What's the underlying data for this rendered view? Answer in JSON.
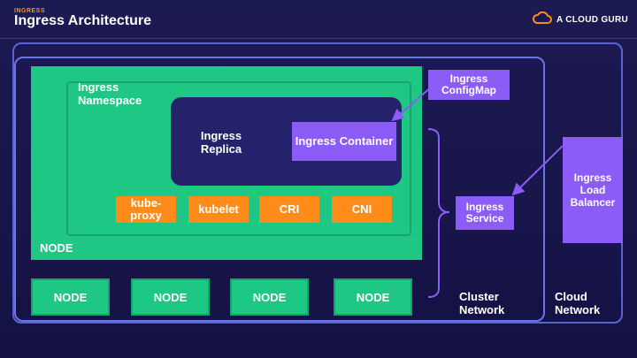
{
  "header": {
    "kicker": "INGRESS",
    "title": "Ingress Architecture"
  },
  "brand": {
    "name": "A CLOUD GURU",
    "logo_icon": "cloud-logo-icon",
    "logo_color": "#ff8c1a"
  },
  "diagram": {
    "namespace_label": "Ingress Namespace",
    "replica_label": "Ingress Replica",
    "container_label": "Ingress Container",
    "components": {
      "kube_proxy": "kube-proxy",
      "kubelet": "kubelet",
      "cri": "CRI",
      "cni": "CNI"
    },
    "main_node_label": "NODE",
    "nodes": [
      "NODE",
      "NODE",
      "NODE",
      "NODE"
    ],
    "configmap_label": "Ingress ConfigMap",
    "service_label": "Ingress Service",
    "load_balancer_label": "Ingress Load Balancer",
    "cluster_network_label": "Cluster Network",
    "cloud_network_label": "Cloud Network"
  },
  "colors": {
    "node_green": "#1fc784",
    "component_orange": "#ff8c1a",
    "ingress_purple": "#8b5cf6",
    "replica_navy": "#23226a",
    "network_border": "#6b74e6",
    "background": "#1c1a52"
  }
}
